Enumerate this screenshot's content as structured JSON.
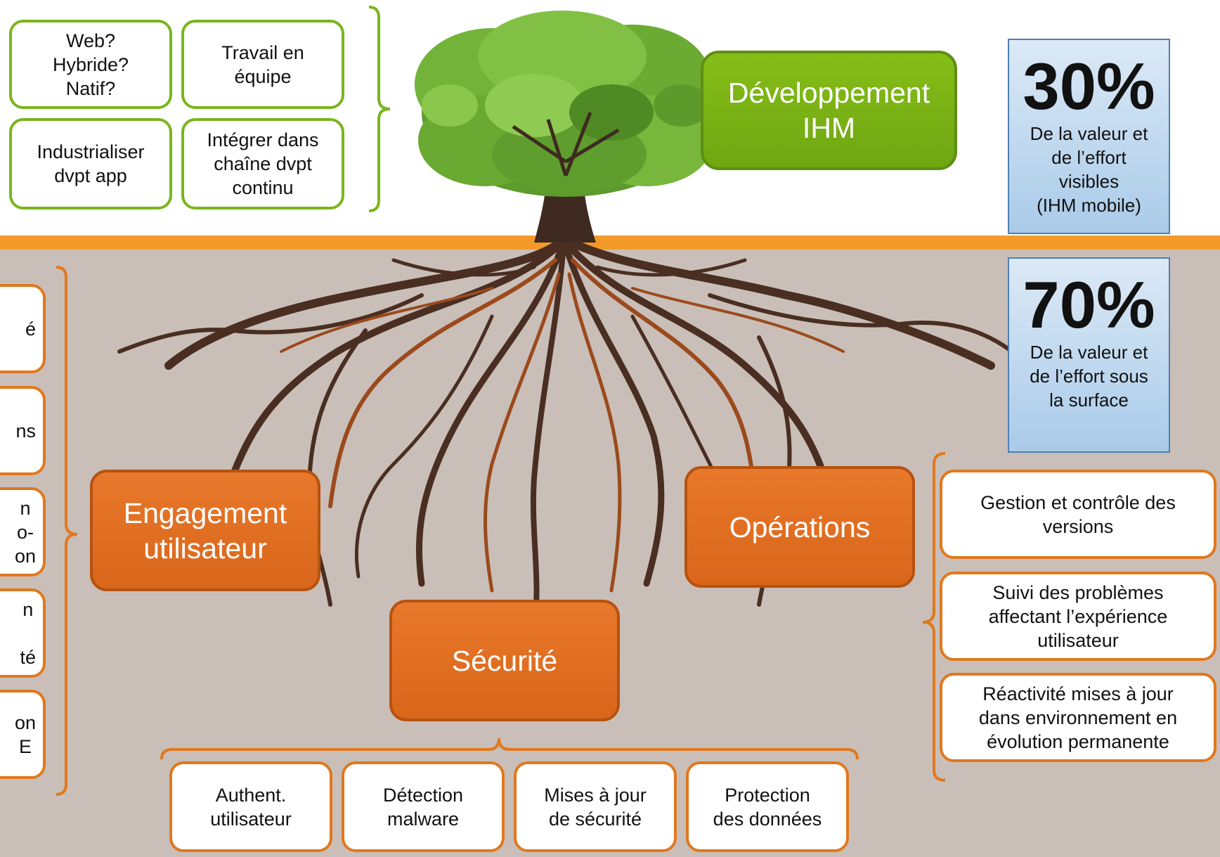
{
  "top_boxes": [
    {
      "text": "Web?\nHybride?\nNatif?"
    },
    {
      "text": "Travail en\néquipe"
    },
    {
      "text": "Industrialiser\ndvpt app"
    },
    {
      "text": "Intégrer dans\nchaîne dvpt\ncontinu"
    }
  ],
  "dev_box": "Développement\nIHM",
  "stat_top": {
    "percent": "30%",
    "text": "De la valeur et\nde l’effort\nvisibles\n(IHM mobile)"
  },
  "stat_bottom": {
    "percent": "70%",
    "text": "De la valeur et\nde l’effort sous\nla surface"
  },
  "left_boxes": [
    {
      "text": "é"
    },
    {
      "text": "ns"
    },
    {
      "text": "n\no-\non"
    },
    {
      "text": "n\n\nté"
    },
    {
      "text": "on\nE"
    }
  ],
  "categories": {
    "engagement": "Engagement\nutilisateur",
    "operations": "Opérations",
    "securite": "Sécurité"
  },
  "operations_boxes": [
    {
      "text": "Gestion et contrôle des\nversions"
    },
    {
      "text": "Suivi des problèmes\naffectant l’expérience\nutilisateur"
    },
    {
      "text": "Réactivité mises à jour\ndans environnement en\névolution permanente"
    }
  ],
  "security_boxes": [
    {
      "text": "Authent.\nutilisateur"
    },
    {
      "text": "Détection\nmalware"
    },
    {
      "text": "Mises à jour\nde sécurité"
    },
    {
      "text": "Protection\ndes données"
    }
  ],
  "colors": {
    "green": "#7ab51d",
    "orange": "#e0781e",
    "surface": "#f39a2a",
    "ground": "#c9bfb8",
    "stat_blue": "#a9cbe9"
  }
}
